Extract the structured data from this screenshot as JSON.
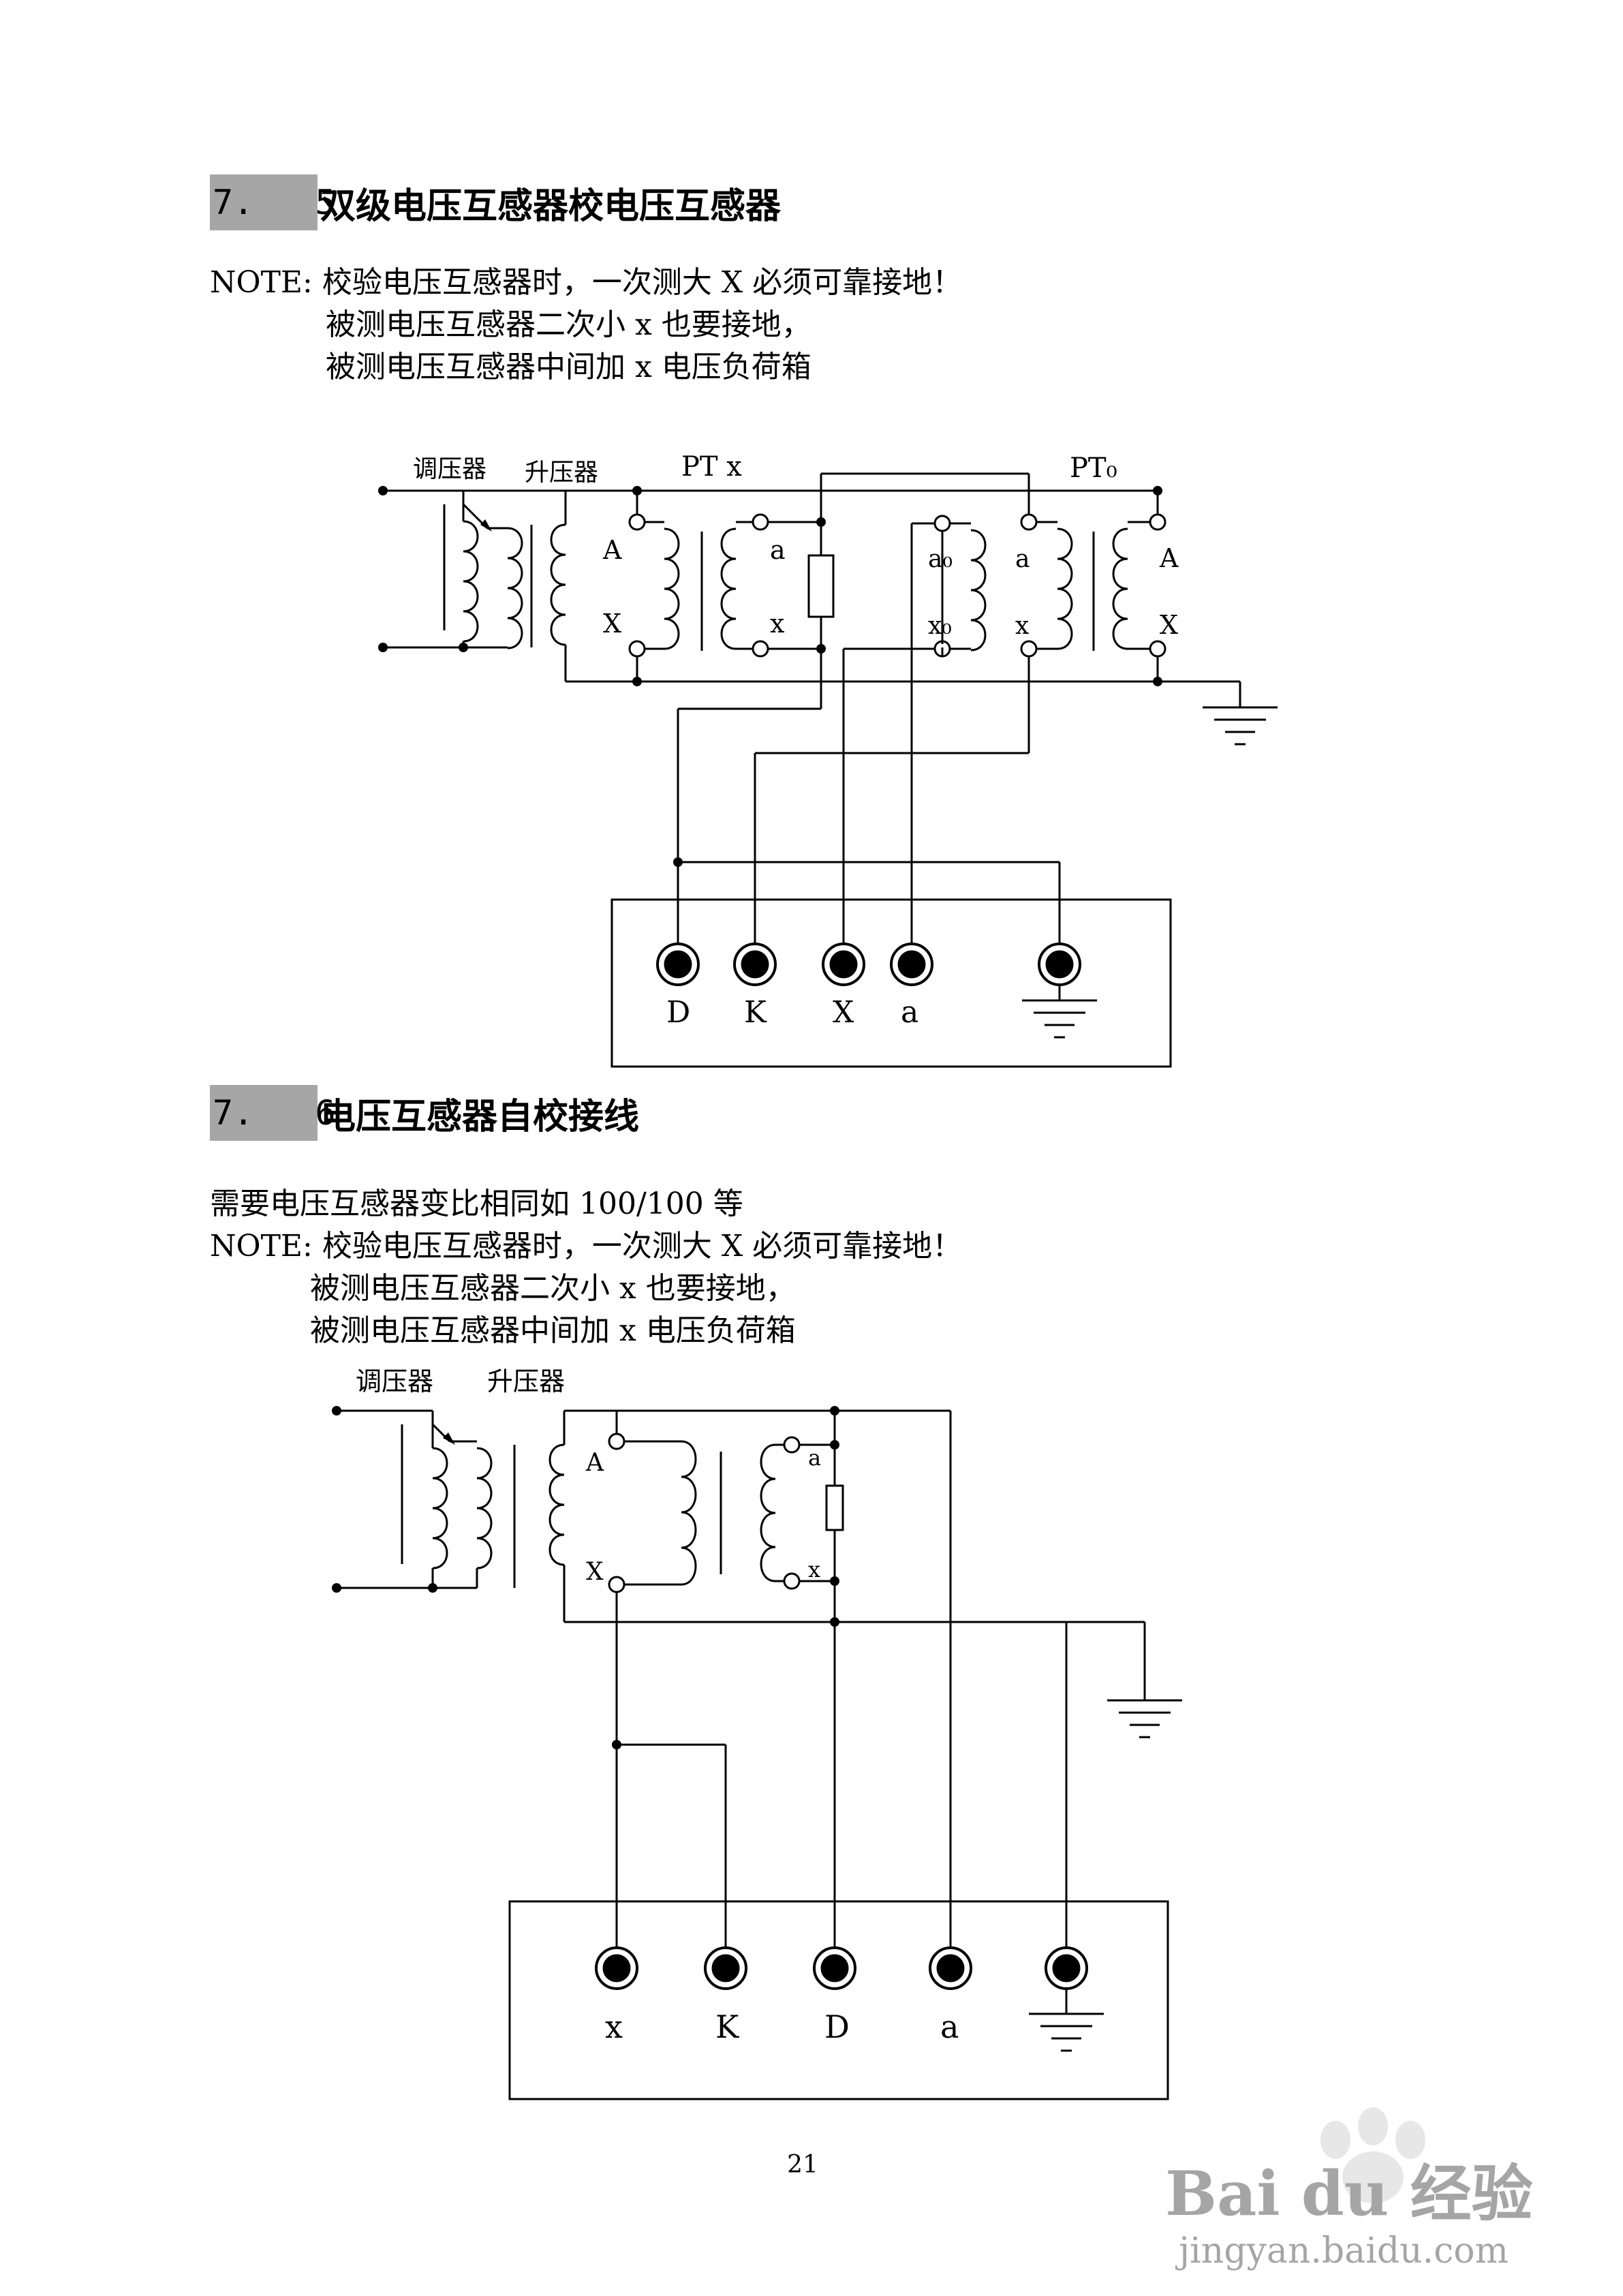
{
  "section75": {
    "number": "7.   5",
    "title": "双级电压互感器校电压互感器",
    "note_line1": "NOTE: 校验电压互感器时，一次测大 X 必须可靠接地！",
    "note_line2": "被测电压互感器二次小 x 也要接地，",
    "note_line3": "被测电压互感器中间加 x 电压负荷箱",
    "diagram": {
      "label_regulator": "调压器",
      "label_booster": "升压器",
      "label_ptx": "PT x",
      "label_pt0": "PT₀",
      "coil_A1": "A",
      "coil_X1": "X",
      "coil_a1": "a",
      "coil_x1": "x",
      "coil_a0": "a₀",
      "coil_x0": "x₀",
      "coil_a2": "a",
      "coil_x2": "x",
      "coil_A2": "A",
      "coil_X2": "X",
      "terminals": [
        "D",
        "K",
        "X",
        "a"
      ]
    }
  },
  "section76": {
    "number": "7.   6",
    "title": "电压互感器自校接线",
    "intro": "需要电压互感器变比相同如 100/100 等",
    "note_line1": "NOTE: 校验电压互感器时，一次测大 X 必须可靠接地！",
    "note_line2": "被测电压互感器二次小 x 也要接地，",
    "note_line3": "被测电压互感器中间加 x 电压负荷箱",
    "diagram": {
      "label_regulator": "调压器",
      "label_booster": "升压器",
      "coil_A": "A",
      "coil_X": "X",
      "coil_a": "a",
      "coil_x": "x",
      "terminals": [
        "x",
        "K",
        "D",
        "a"
      ]
    }
  },
  "page_number": "21",
  "watermark": {
    "brand": "Bai du 经验",
    "url": "jingyan.baidu.com"
  }
}
